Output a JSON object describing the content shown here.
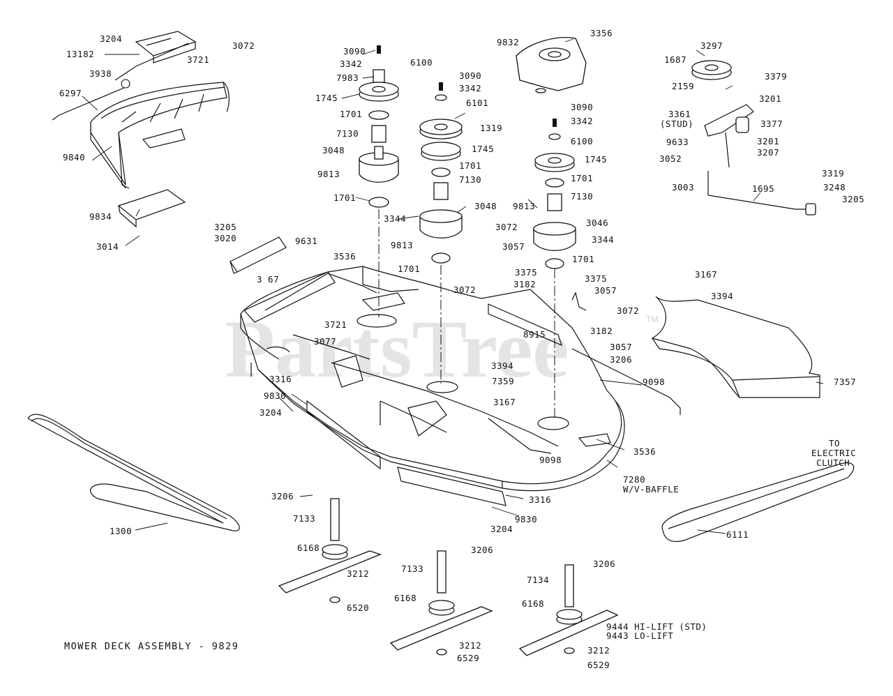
{
  "title": "MOWER DECK ASSEMBLY - 9829",
  "watermark": "PartsTree",
  "watermark_tm": "TM",
  "parts": [
    "3204",
    "13182",
    "3721",
    "3072",
    "3938",
    "6297",
    "9840",
    "9834",
    "3014",
    "3205",
    "3020",
    "9631",
    "3 67",
    "3090",
    "3342",
    "7983",
    "6100",
    "1745",
    "1701",
    "7130",
    "3048",
    "9813",
    "1701",
    "3536",
    "3721",
    "3090",
    "3342",
    "6101",
    "1319",
    "1745",
    "1701",
    "7130",
    "3344",
    "3048",
    "9813",
    "1701",
    "9832",
    "3356",
    "3090",
    "3342",
    "6100",
    "1745",
    "1701",
    "7130",
    "9813",
    "3046",
    "3344",
    "1701",
    "3297",
    "1687",
    "3379",
    "2159",
    "3201",
    "3361",
    "(STUD)",
    "3377",
    "9633",
    "3201",
    "3207",
    "3052",
    "3003",
    "1695",
    "3319",
    "3248",
    "3205",
    "3072",
    "3057",
    "3375",
    "3182",
    "3072",
    "3375",
    "3057",
    "3072",
    "8915",
    "3182",
    "3057",
    "3206",
    "3394",
    "7359",
    "3167",
    "9098",
    "3167",
    "3394",
    "7357",
    "3077",
    "3316",
    "9830",
    "3204",
    "9098",
    "3536",
    "7280",
    "W/V-BAFFLE",
    "3206",
    "7133",
    "6168",
    "3212",
    "6520",
    "1300",
    "3316",
    "9830",
    "3204",
    "3206",
    "7133",
    "6168",
    "3212",
    "6529",
    "3206",
    "7134",
    "6168",
    "9444 HI-LIFT (STD)",
    "9443 LO-LIFT",
    "3212",
    "6529",
    "6111",
    "TO",
    "ELECTRIC",
    "CLUTCH"
  ]
}
